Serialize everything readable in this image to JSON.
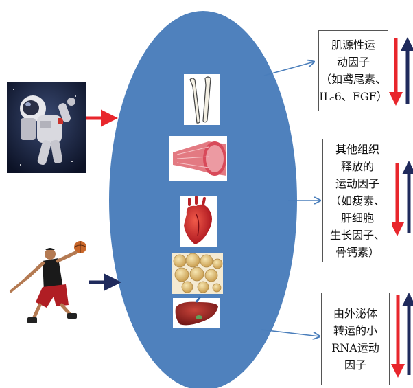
{
  "boxes": [
    {
      "id": "box-myokines",
      "text": "肌源性运\n动因子\n（如鸢尾素、\nIL-6、FGF）"
    },
    {
      "id": "box-other-organ",
      "text": "其他组织\n释放的\n运动因子\n（如瘦素、\n肝细胞\n生长因子、\n骨钙素）"
    },
    {
      "id": "box-exosome-rna",
      "text": "由外泌体\n转运的小\nRNA运动\n因子"
    }
  ],
  "colors": {
    "ellipse": "#4f81bd",
    "arrow_red": "#e8262c",
    "arrow_navy": "#1f2a5c",
    "connector": "#4a7ebb",
    "box_border": "#555555"
  },
  "icons": {
    "astronaut": "astronaut-figure",
    "athlete": "basketball-player-figure",
    "bone": "bone-icon",
    "muscle": "muscle-fiber-icon",
    "heart": "heart-icon",
    "fat": "adipose-tissue-icon",
    "liver": "liver-icon"
  }
}
